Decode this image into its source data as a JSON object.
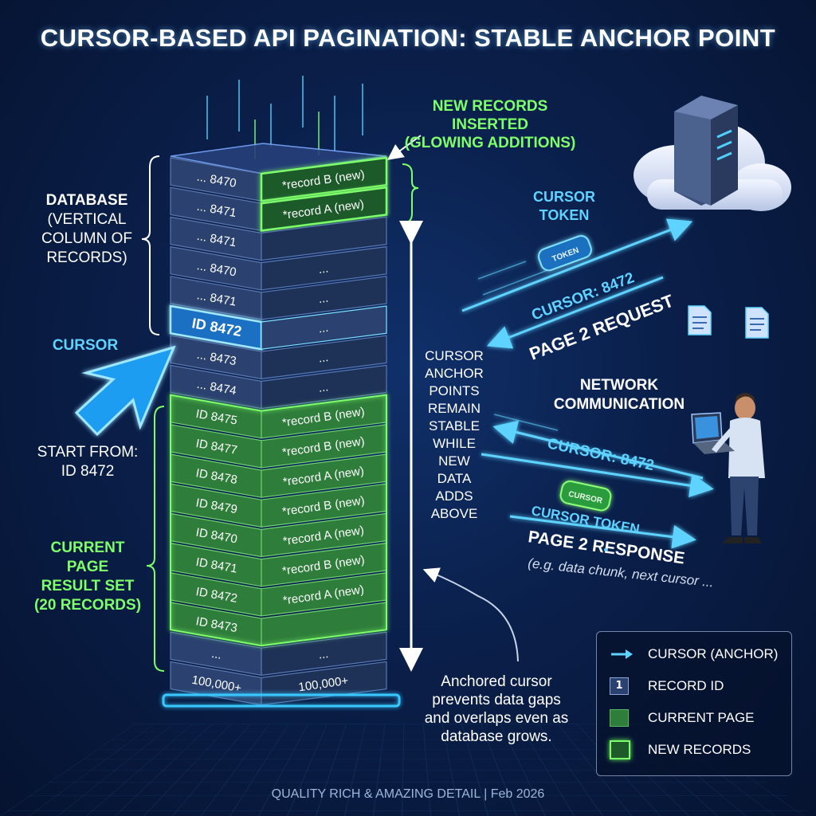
{
  "title": "CURSOR-BASED API PAGINATION: STABLE ANCHOR POINT",
  "labels": {
    "new_records": [
      "NEW RECORDS",
      "INSERTED",
      "(GLOWING ADDITIONS)"
    ],
    "database": [
      "DATABASE",
      "(VERTICAL",
      "COLUMN OF",
      "RECORDS)"
    ],
    "cursor": "CURSOR",
    "start_from": [
      "START FROM:",
      "ID 8472"
    ],
    "current_page": [
      "CURRENT",
      "PAGE",
      "RESULT SET",
      "(20 RECORDS)"
    ],
    "stable_note": [
      "CURSOR",
      "ANCHOR",
      "POINTS",
      "REMAIN",
      "STABLE",
      "WHILE",
      "NEW",
      "DATA",
      "ADDS",
      "ABOVE"
    ],
    "cursor_token_top": [
      "CURSOR",
      "TOKEN"
    ],
    "token_badge": "TOKEN",
    "request_cursor": "CURSOR: 8472",
    "page2_request": "PAGE 2 REQUEST",
    "network": [
      "NETWORK",
      "COMMUNICATION"
    ],
    "response_cursor": "CURSOR: 8472",
    "response_badge": "CURSOR",
    "cursor_token_bottom": "CURSOR TOKEN",
    "page2_response": "PAGE 2 RESPONSE",
    "response_detail": "(e.g. data chunk, next cursor ...",
    "anchored_note": [
      "Anchored cursor",
      "prevents data gaps",
      "and overlaps even as",
      "database grows."
    ]
  },
  "column": {
    "front_ids": [
      "... 8470",
      "... 8471",
      "... 8471",
      "... 8470",
      "... 8471",
      "ID 8472",
      "... 8473",
      "... 8474",
      "ID 8475",
      "ID 8477",
      "ID 8478",
      "ID 8479",
      "ID 8470",
      "ID 8471",
      "ID 8472",
      "ID 8473",
      "...",
      "100,000+"
    ],
    "side_texts": [
      "*record B (new)",
      "*record A (new)",
      "",
      "...",
      "...",
      "...",
      "...",
      "...",
      "*record B (new)",
      "*record B (new)",
      "*record A (new)",
      "*record B (new)",
      "*record A (new)",
      "*record B (new)",
      "*record A (new)",
      "",
      "...",
      "100,000+"
    ]
  },
  "legend": [
    {
      "label": "CURSOR (ANCHOR)",
      "icon": "cursor-arrow-icon"
    },
    {
      "label": "RECORD ID",
      "icon": "record-id-icon",
      "badge": "1"
    },
    {
      "label": "CURRENT PAGE",
      "icon": "current-page-swatch"
    },
    {
      "label": "NEW RECORDS",
      "icon": "new-records-swatch"
    }
  ],
  "footer": "QUALITY RICH & AMAZING DETAIL | Feb 2026",
  "colors": {
    "accent_cyan": "#5fd3ff",
    "accent_green": "#6cff5a",
    "page_green": "#2e7d3a",
    "record_navy": "#2b4270",
    "background": "#0a1f4a"
  }
}
